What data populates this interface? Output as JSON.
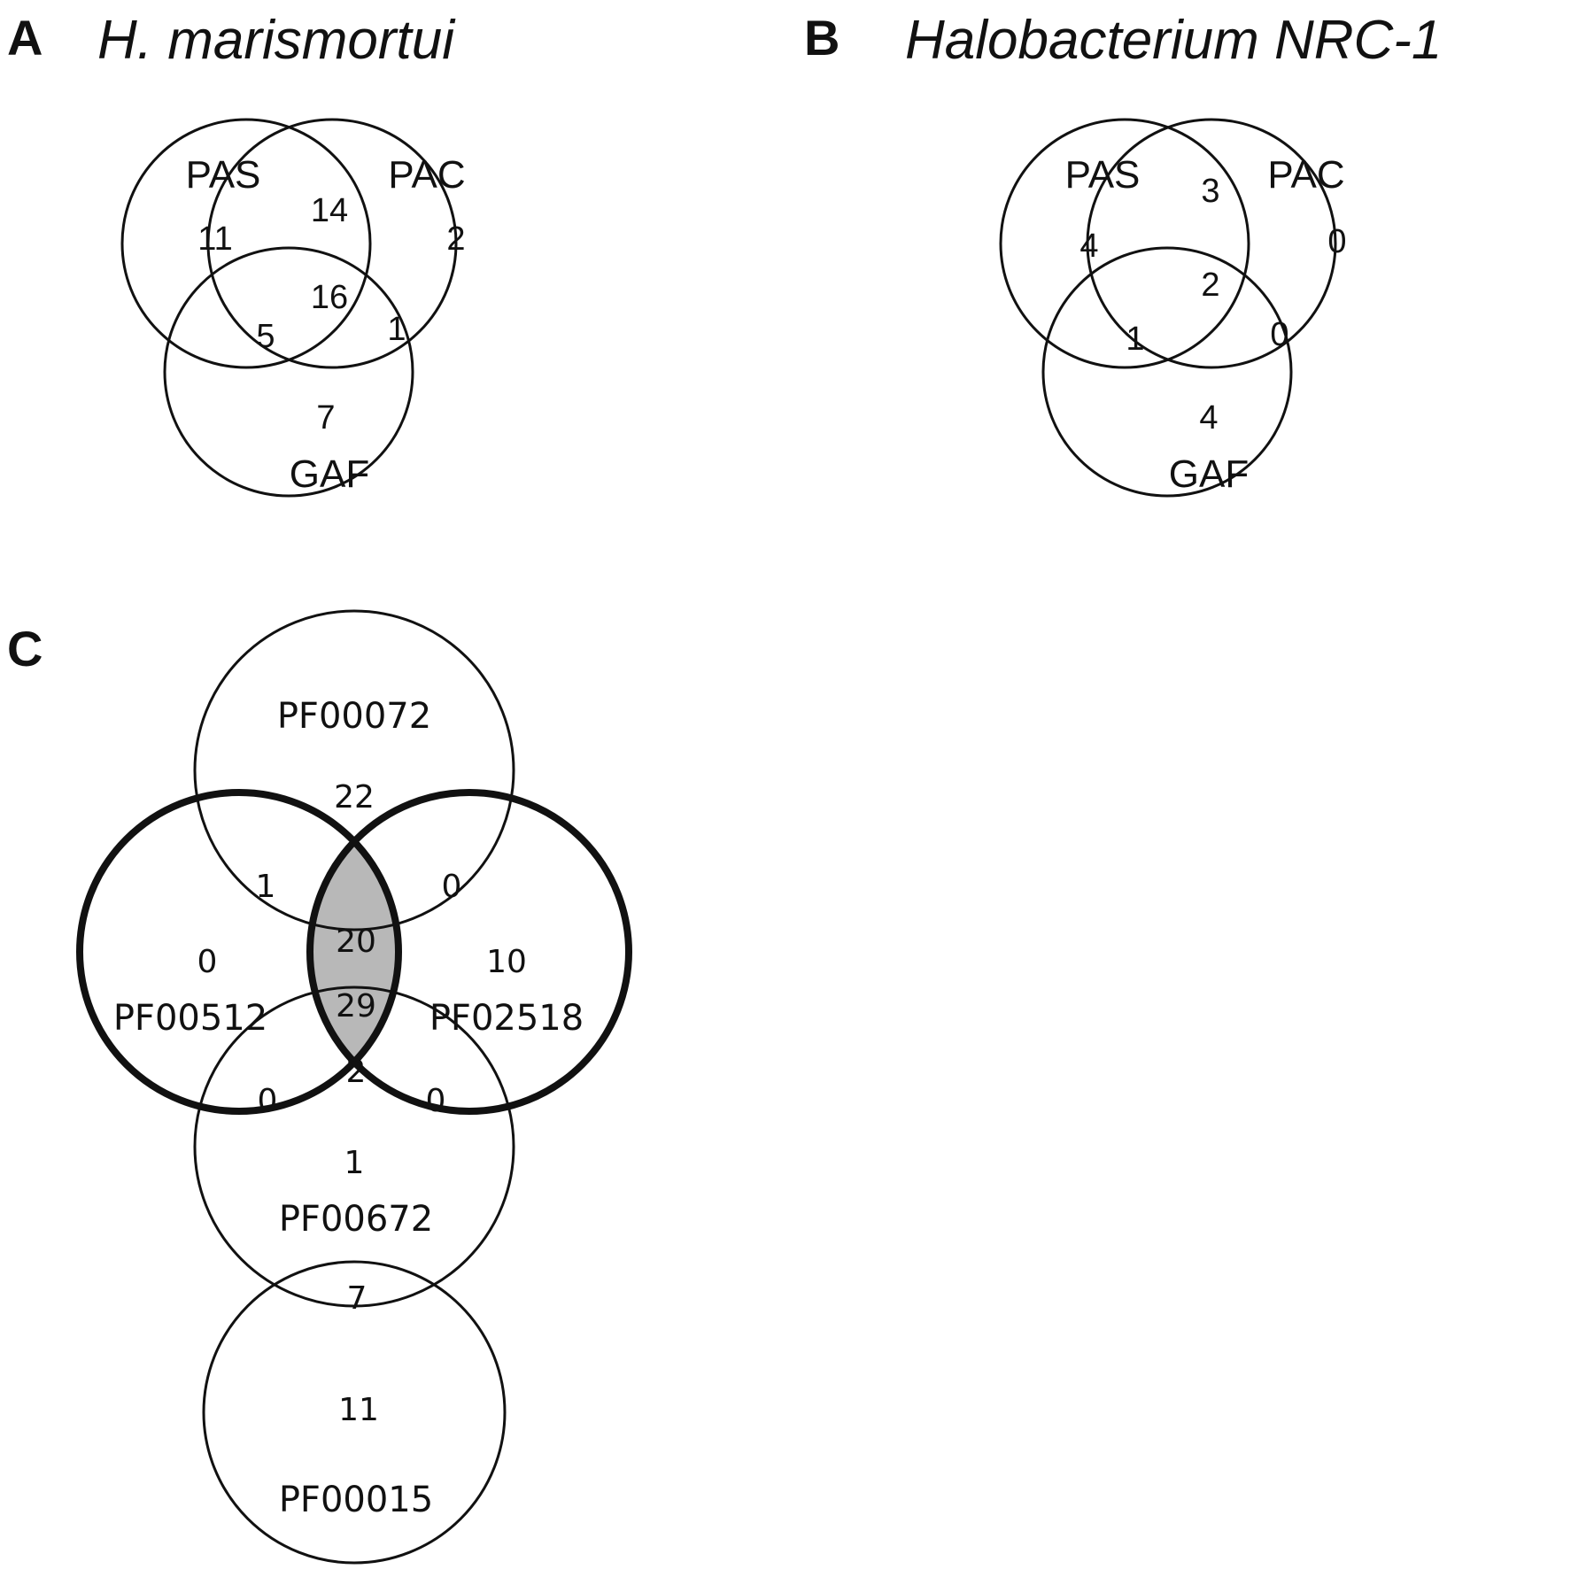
{
  "panel_a": {
    "letter": "A",
    "title": "H. marismortui",
    "sets": {
      "pas": "PAS",
      "pac": "PAC",
      "gaf": "GAF"
    },
    "counts": {
      "pas_only": "11",
      "pas_pac": "14",
      "pac_only": "2",
      "pas_pac_gaf": "16",
      "pas_gaf": "5",
      "pac_gaf": "1",
      "gaf_only": "7"
    }
  },
  "panel_b": {
    "letter": "B",
    "title": "Halobacterium NRC-1",
    "sets": {
      "pas": "PAS",
      "pac": "PAC",
      "gaf": "GAF"
    },
    "counts": {
      "pas_only": "4",
      "pas_pac": "3",
      "pac_only": "0",
      "pas_pac_gaf": "2",
      "pas_gaf": "1",
      "pac_gaf": "0",
      "gaf_only": "4"
    }
  },
  "panel_c": {
    "letter": "C",
    "sets": {
      "top": "PF00072",
      "left": "PF00512",
      "right": "PF02518",
      "middle": "PF00672",
      "bottom": "PF00015"
    },
    "counts": {
      "top_only": "22",
      "top_left": "1",
      "top_right": "0",
      "top_left_right": "20",
      "left_only": "0",
      "left_right": "29",
      "right_only": "10",
      "left_right_middle": "2",
      "left_middle": "0",
      "right_middle": "0",
      "middle_only": "1",
      "middle_bottom": "7",
      "bottom_only": "11"
    },
    "highlight_fill": "#b8b8b8"
  }
}
